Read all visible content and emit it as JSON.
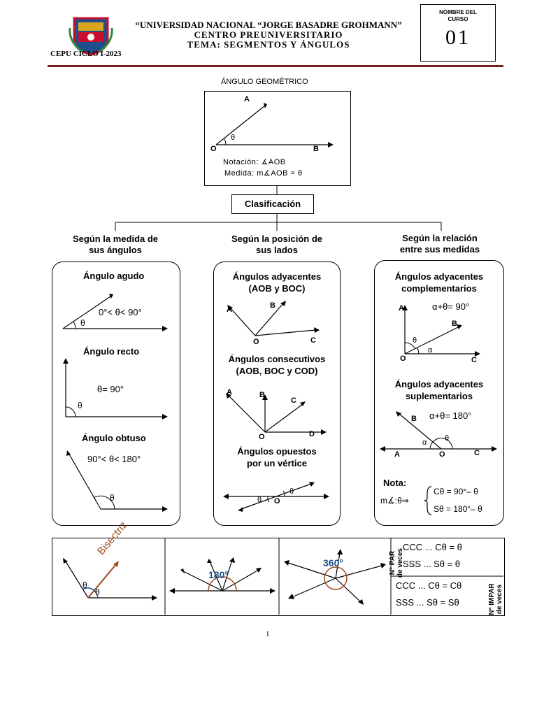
{
  "header": {
    "university": "“UNIVERSIDAD NACIONAL “JORGE BASADRE GROHMANN”",
    "center": "CENTRO PREUNIVERSITARIO",
    "topic": "TEMA: SEGMENTOS Y ÁNGULOS",
    "cycle": "CEPU CICLO I-2023",
    "course_label": "NOMBRE DEL CURSO",
    "course_number": "01"
  },
  "main": {
    "title": "ÁNGULO GEOMÉTRICO",
    "points": {
      "A": "A",
      "O": "O",
      "B": "B"
    },
    "theta": "θ",
    "notation": "Notación: ∡AOB",
    "measure": "Medida: m∡AOB = θ",
    "classification": "Clasificación"
  },
  "columns": [
    {
      "heading": [
        "Según la medida de",
        "sus ángulos"
      ]
    },
    {
      "heading": [
        "Según la posición de",
        "sus lados"
      ]
    },
    {
      "heading": [
        "Según la relación",
        "entre sus medidas"
      ]
    }
  ],
  "col1": {
    "acute_title": "Ángulo agudo",
    "acute_formula": "0°< θ< 90°",
    "right_title": "Ángulo recto",
    "right_formula": "θ= 90°",
    "obtuse_title": "Ángulo obtuso",
    "obtuse_formula": "90°< θ< 180°"
  },
  "col2": {
    "adj_title": [
      "Ángulos adyacentes",
      "(AOB y BOC)"
    ],
    "consec_title": [
      "Ángulos consecutivos",
      "(AOB, BOC y COD)"
    ],
    "opp_title": [
      "Ángulos opuestos",
      "por un vértice"
    ],
    "labels": {
      "A": "A",
      "B": "B",
      "C": "C",
      "D": "D",
      "O": "O"
    }
  },
  "col3": {
    "comp_title": [
      "Ángulos adyacentes",
      "complementarios"
    ],
    "comp_formula": "α+θ= 90°",
    "supl_title": [
      "Ángulos adyacentes",
      "suplementarios"
    ],
    "supl_formula": "α+θ= 180°",
    "alpha": "α",
    "nota_title": "Nota:",
    "nota_lhs": "m∡:θ⇒",
    "nota_c": "Cθ = 90°– θ",
    "nota_s": "Sθ = 180°– θ"
  },
  "bottom": {
    "bisectriz": "Bisectriz",
    "deg180": "180°",
    "deg360": "360°",
    "par_label": [
      "N° PAR",
      "de veces"
    ],
    "impar_label": [
      "N° IMPAR",
      "de veces"
    ],
    "par_rows": [
      "CCC ... Cθ = θ",
      "SSS ... Sθ = θ"
    ],
    "impar_rows": [
      "CCC ... Cθ = Cθ",
      "SSS ... Sθ = Sθ"
    ]
  },
  "footer": {
    "page": "1"
  },
  "colors": {
    "brown": "#9b4a1c",
    "navy": "#1f4e8c",
    "line": "#000000"
  }
}
